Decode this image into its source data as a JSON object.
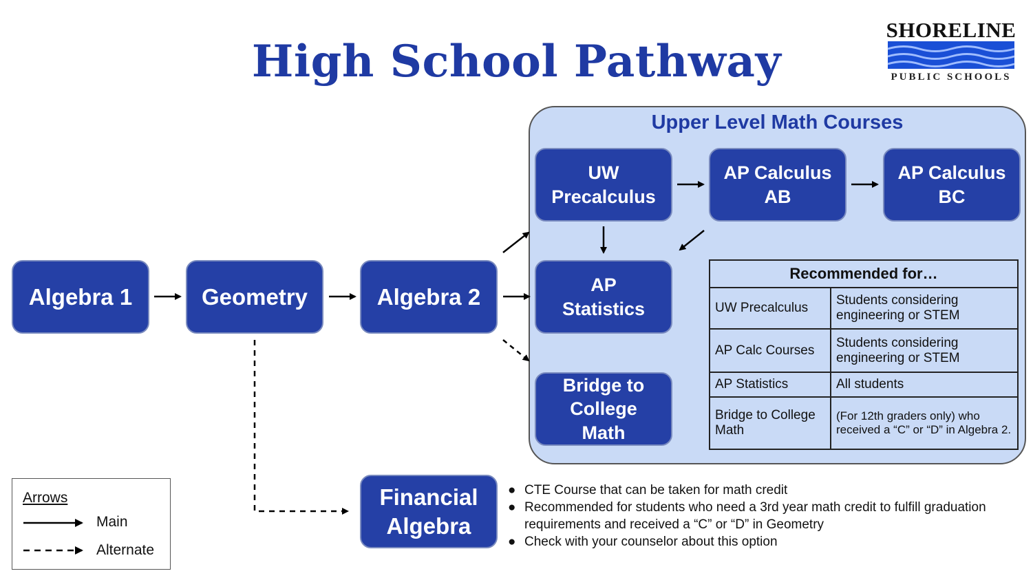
{
  "title": "High School Pathway",
  "logo": {
    "top": "SHORELINE",
    "bottom": "PUBLIC SCHOOLS",
    "wave_colors": [
      "#1a4fd6",
      "#5a86f0"
    ]
  },
  "upper_panel": {
    "title": "Upper Level Math Courses"
  },
  "courses": {
    "algebra1": "Algebra 1",
    "geometry": "Geometry",
    "algebra2": "Algebra 2",
    "uw_precalc": "UW\nPrecalculus",
    "ap_calc_ab": "AP Calculus\nAB",
    "ap_calc_bc": "AP Calculus\nBC",
    "ap_stats": "AP\nStatistics",
    "bridge": "Bridge to\nCollege\nMath",
    "financial_algebra": "Financial\nAlgebra"
  },
  "recommend_table": {
    "header": "Recommended for…",
    "rows": [
      {
        "course": "UW Precalculus",
        "who": "Students considering engineering or STEM"
      },
      {
        "course": "AP Calc Courses",
        "who": "Students considering engineering or STEM"
      },
      {
        "course": "AP Statistics",
        "who": "All students"
      },
      {
        "course": "Bridge to College Math",
        "who": "(For 12th graders only) who received a “C” or “D” in Algebra 2."
      }
    ]
  },
  "financial_notes": [
    "CTE Course that can be taken for math credit",
    "Recommended for students who need a 3rd year math credit to fulfill graduation requirements and received a “C” or “D” in Geometry",
    "Check with your counselor about this option"
  ],
  "legend": {
    "title": "Arrows",
    "main": "Main",
    "alternate": "Alternate"
  },
  "colors": {
    "box": "#2540a6",
    "panel": "#c9daf6",
    "title": "#1f3aa3"
  }
}
